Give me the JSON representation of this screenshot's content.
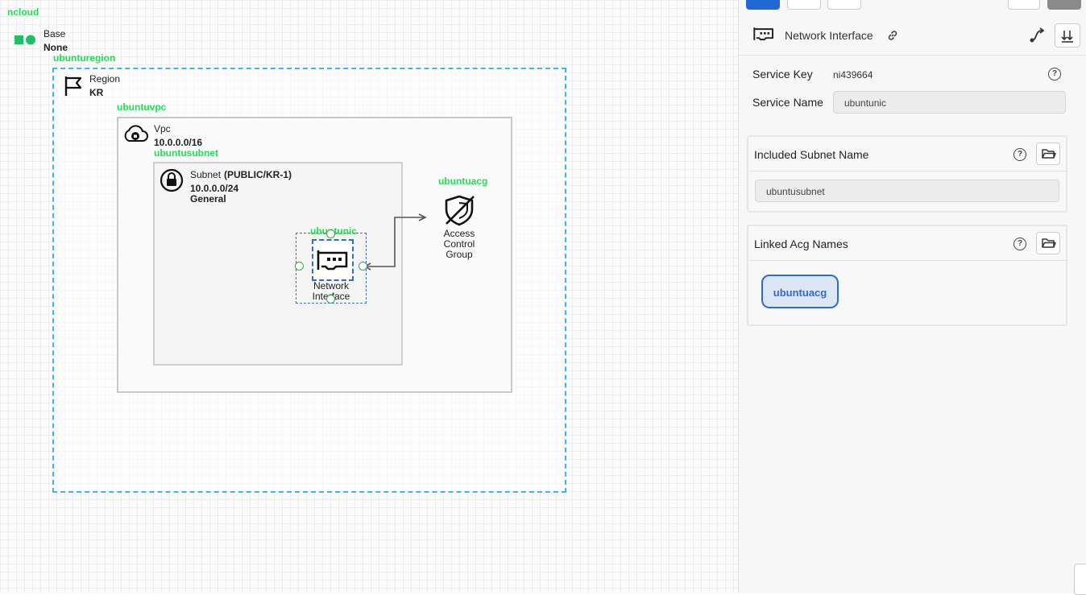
{
  "canvas": {
    "root_label": "ncloud",
    "base": {
      "title": "Base",
      "value": "None"
    },
    "region": {
      "name": "ubunturegion",
      "title": "Region",
      "value": "KR"
    },
    "vpc": {
      "name": "ubuntuvpc",
      "title": "Vpc",
      "cidr": "10.0.0.0/16"
    },
    "subnet": {
      "name": "ubuntusubnet",
      "title": "Subnet",
      "type": "(PUBLIC/KR-1)",
      "cidr": "10.0.0.0/24",
      "usage": "General"
    },
    "nic": {
      "name": "ubuntunic",
      "label_line1": "Network",
      "label_line2": "Interface"
    },
    "acg": {
      "name": "ubuntuacg",
      "label_line1": "Access",
      "label_line2": "Control",
      "label_line3": "Group"
    }
  },
  "panel": {
    "header_title": "Network Interface",
    "service_key_label": "Service Key",
    "service_key_value": "ni439664",
    "service_name_label": "Service Name",
    "service_name_value": "ubuntunic",
    "included_subnet_label": "Included Subnet Name",
    "included_subnet_value": "ubuntusubnet",
    "linked_acg_label": "Linked Acg Names",
    "linked_acg_chip": "ubuntuacg",
    "help_glyph": "?"
  },
  "colors": {
    "accent_green": "#22dd55",
    "region_border": "#3fb6e8",
    "selection_blue": "#2f6bd1",
    "toolbar_primary": "#2068d8"
  }
}
